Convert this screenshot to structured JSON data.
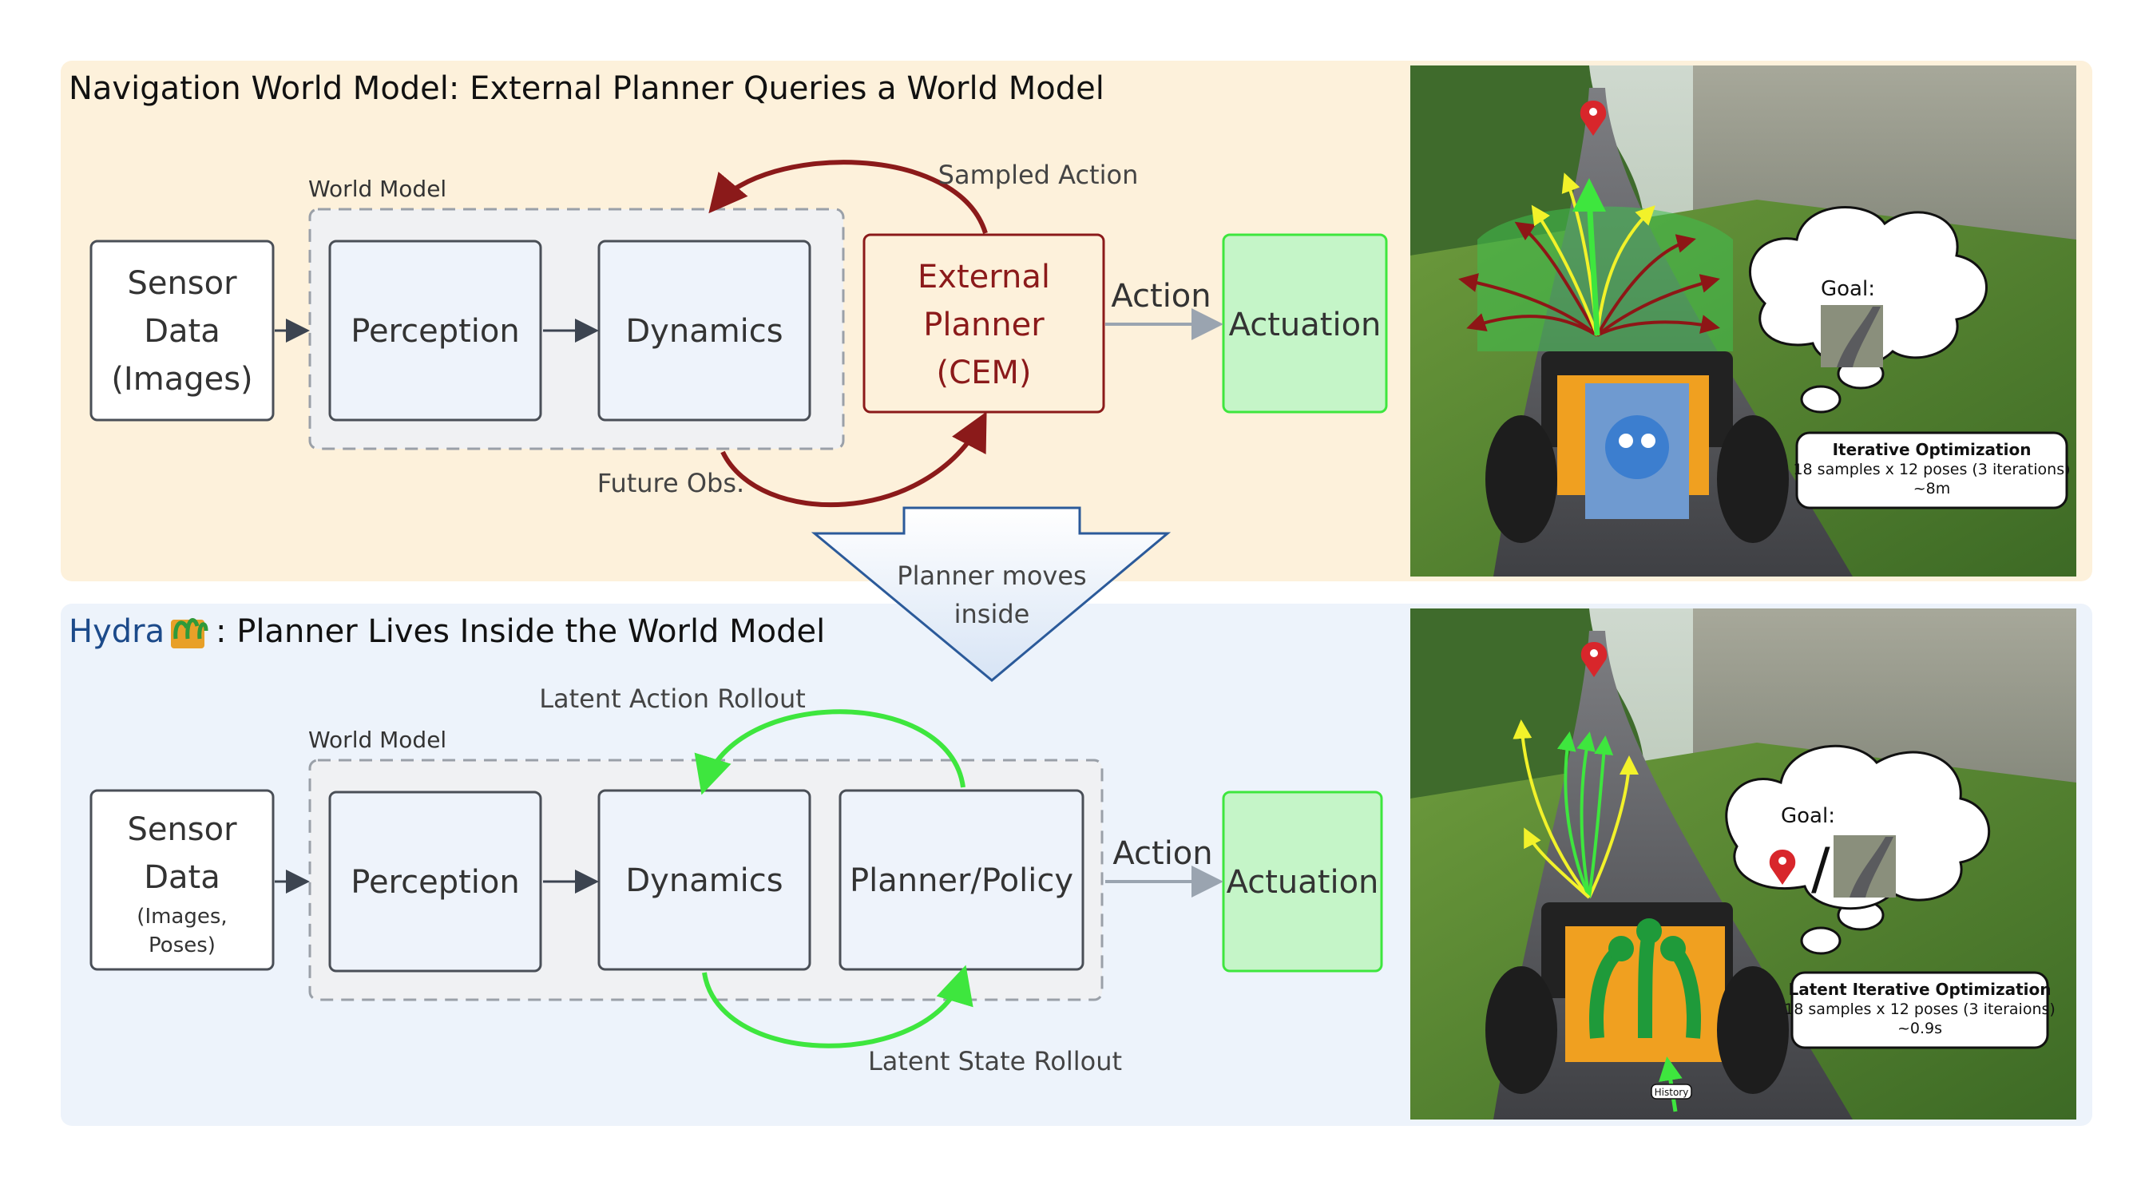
{
  "top_panel": {
    "title": "Navigation World Model: External Planner Queries a World Model",
    "world_model_label": "World Model",
    "sensor": [
      "Sensor",
      "Data",
      "(Images)"
    ],
    "perception": "Perception",
    "dynamics": "Dynamics",
    "planner": [
      "External",
      "Planner",
      "(CEM)"
    ],
    "sampled_action": "Sampled Action",
    "future_obs": "Future Obs.",
    "action": "Action",
    "actuation": "Actuation",
    "photo": {
      "goal": "Goal:",
      "box_title": "Iterative Optimization",
      "box_line1": "18 samples x 12 poses (3 iterations)",
      "box_line2": "~8m"
    }
  },
  "transition": [
    "Planner moves",
    "inside"
  ],
  "bottom_panel": {
    "title_name": "Hydra",
    "title_rest": ": Planner Lives Inside the World Model",
    "world_model_label": "World Model",
    "sensor": [
      "Sensor",
      "Data",
      "(Images,",
      "Poses)"
    ],
    "perception": "Perception",
    "dynamics": "Dynamics",
    "planner_policy": "Planner/Policy",
    "latent_action": "Latent Action Rollout",
    "latent_state": "Latent State Rollout",
    "action": "Action",
    "actuation": "Actuation",
    "photo": {
      "goal": "Goal:",
      "goal_sep": "/",
      "box_title": "Latent Iterative Optimization",
      "box_line1": "18 samples x 12 poses (3 iteraions)",
      "box_line2": "~0.9s",
      "history": "History"
    }
  },
  "colors": {
    "top_bg": "#fdf1db",
    "bottom_bg": "#edf3fb",
    "box_fill": "#eef3fb",
    "planner_red": "#8b1a1a",
    "green_box": "#c5f5c8",
    "green_arrow": "#3ee63e",
    "hydra_blue": "#1c4a8a",
    "down_arrow_border": "#2b5a9a"
  }
}
